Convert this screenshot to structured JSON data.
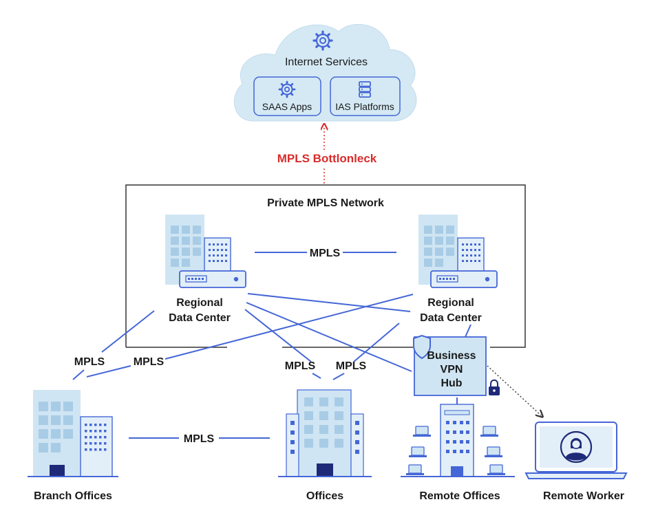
{
  "cloud": {
    "title": "Internet Services",
    "left_box": "SAAS Apps",
    "right_box": "IAS Platforms",
    "icons": [
      "gear-icon",
      "gear-icon",
      "server-stack-icon"
    ]
  },
  "bottleneck_label": "MPLS Bottlonleck",
  "network": {
    "title": "Private MPLS Network",
    "dc_link_label": "MPLS",
    "left_dc": [
      "Regional",
      "Data Center"
    ],
    "right_dc": [
      "Regional",
      "Data Center"
    ]
  },
  "vpn_hub": [
    "Business",
    "VPN",
    "Hub"
  ],
  "link_labels": {
    "branch_a": "MPLS",
    "branch_b": "MPLS",
    "offices_a": "MPLS",
    "offices_b": "MPLS",
    "branch_offices": "MPLS"
  },
  "sites": {
    "branch": "Branch Offices",
    "offices": "Offices",
    "remote_offices": "Remote Offices",
    "remote_worker": "Remote Worker"
  },
  "colors": {
    "cloud_fill": "#d4e9f4",
    "building_light": "#cfe5f3",
    "building_window": "#a8cce6",
    "accent_blue": "#4466d6",
    "dark_navy": "#1e2a78",
    "warning_red": "#d92b2b",
    "hub_fill": "#cfe5f3"
  }
}
